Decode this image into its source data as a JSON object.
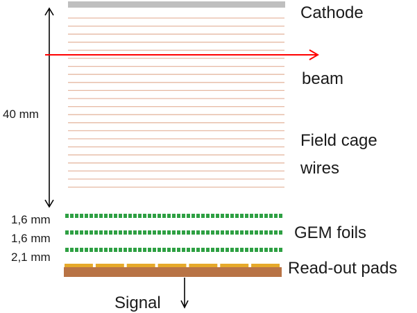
{
  "labels": {
    "cathode": "Cathode",
    "beam": "beam",
    "field_cage_line1": "Field cage",
    "field_cage_line2": "wires",
    "gem_foils": "GEM foils",
    "readout_pads": "Read-out pads",
    "signal": "Signal",
    "drift_length": "40 mm",
    "gap_1": "1,6 mm",
    "gap_2": "1,6 mm",
    "gap_3": "2,1 mm"
  },
  "colors": {
    "cathode": "#bfbfbf",
    "field_wire": "#e6b8a2",
    "beam": "#ff0000",
    "gem": "#2ea043",
    "pad": "#e6a92a",
    "readout_board": "#b87345",
    "arrow": "#000000"
  },
  "counts": {
    "field_cage_wires": 22,
    "gem_foils": 3,
    "readout_pads": 7
  }
}
